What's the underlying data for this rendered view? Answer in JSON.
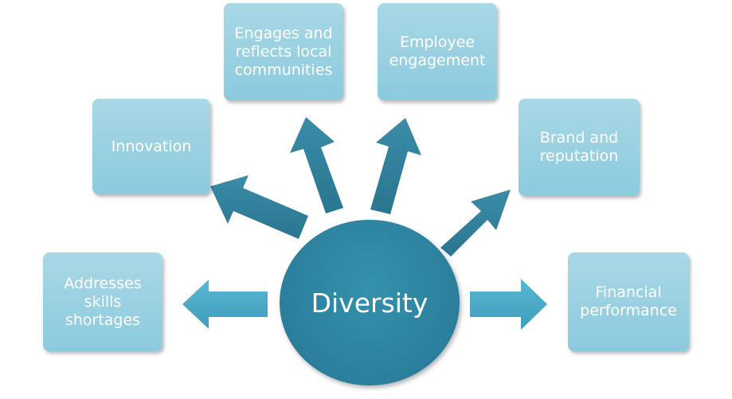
{
  "diagram": {
    "center_label": "Diversity",
    "outcomes": [
      {
        "id": "skills",
        "label": "Addresses\nskills\nshortages"
      },
      {
        "id": "innovation",
        "label": "Innovation"
      },
      {
        "id": "communities",
        "label": "Engages and\nreflects local\ncommunities"
      },
      {
        "id": "employee",
        "label": "Employee\nengagement"
      },
      {
        "id": "brand",
        "label": "Brand and\nreputation"
      },
      {
        "id": "financial",
        "label": "Financial\nperformance"
      }
    ]
  },
  "colors": {
    "hub_fill": "#2b7f9c",
    "arrow_fill": "#2f7f9a",
    "horizontal_arrow_fill": "#4faecb",
    "box_fill": "#98d0e2",
    "text": "#ffffff"
  }
}
